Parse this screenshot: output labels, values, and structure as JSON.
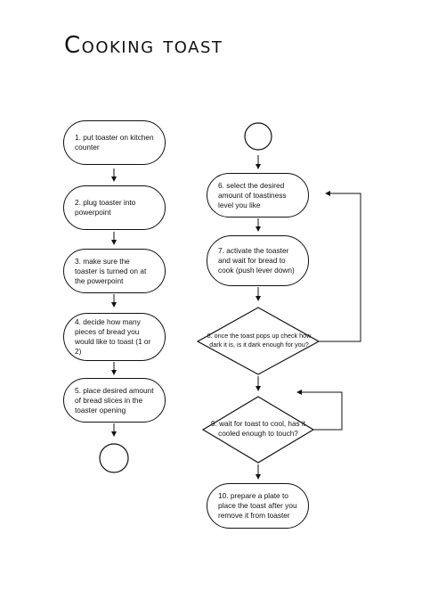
{
  "title": "Cooking toast",
  "left_column": {
    "steps": [
      {
        "label": "1. put toaster on kitchen counter"
      },
      {
        "label": "2. plug toaster into powerpoint"
      },
      {
        "label": "3. make sure the toaster is turned on at the powerpoint"
      },
      {
        "label": "4. decide how many pieces of bread you would like to toast (1 or 2)"
      },
      {
        "label": "5. place desired amount of bread slices in the toaster opening"
      }
    ]
  },
  "right_column": {
    "steps": [
      {
        "label": "6. select the desired amount of toastiness level you like"
      },
      {
        "label": "7. activate the toaster and wait for bread to cook (push lever down)"
      }
    ],
    "decisions": [
      {
        "label": "8. once the toast pops up check how dark it is, is it dark enough for you?"
      },
      {
        "label": "9. wait for toast to cool, has it cooled enough to touch?"
      }
    ],
    "final_step": {
      "label": "10. prepare a plate to place the toast after you remove it from toaster"
    }
  }
}
